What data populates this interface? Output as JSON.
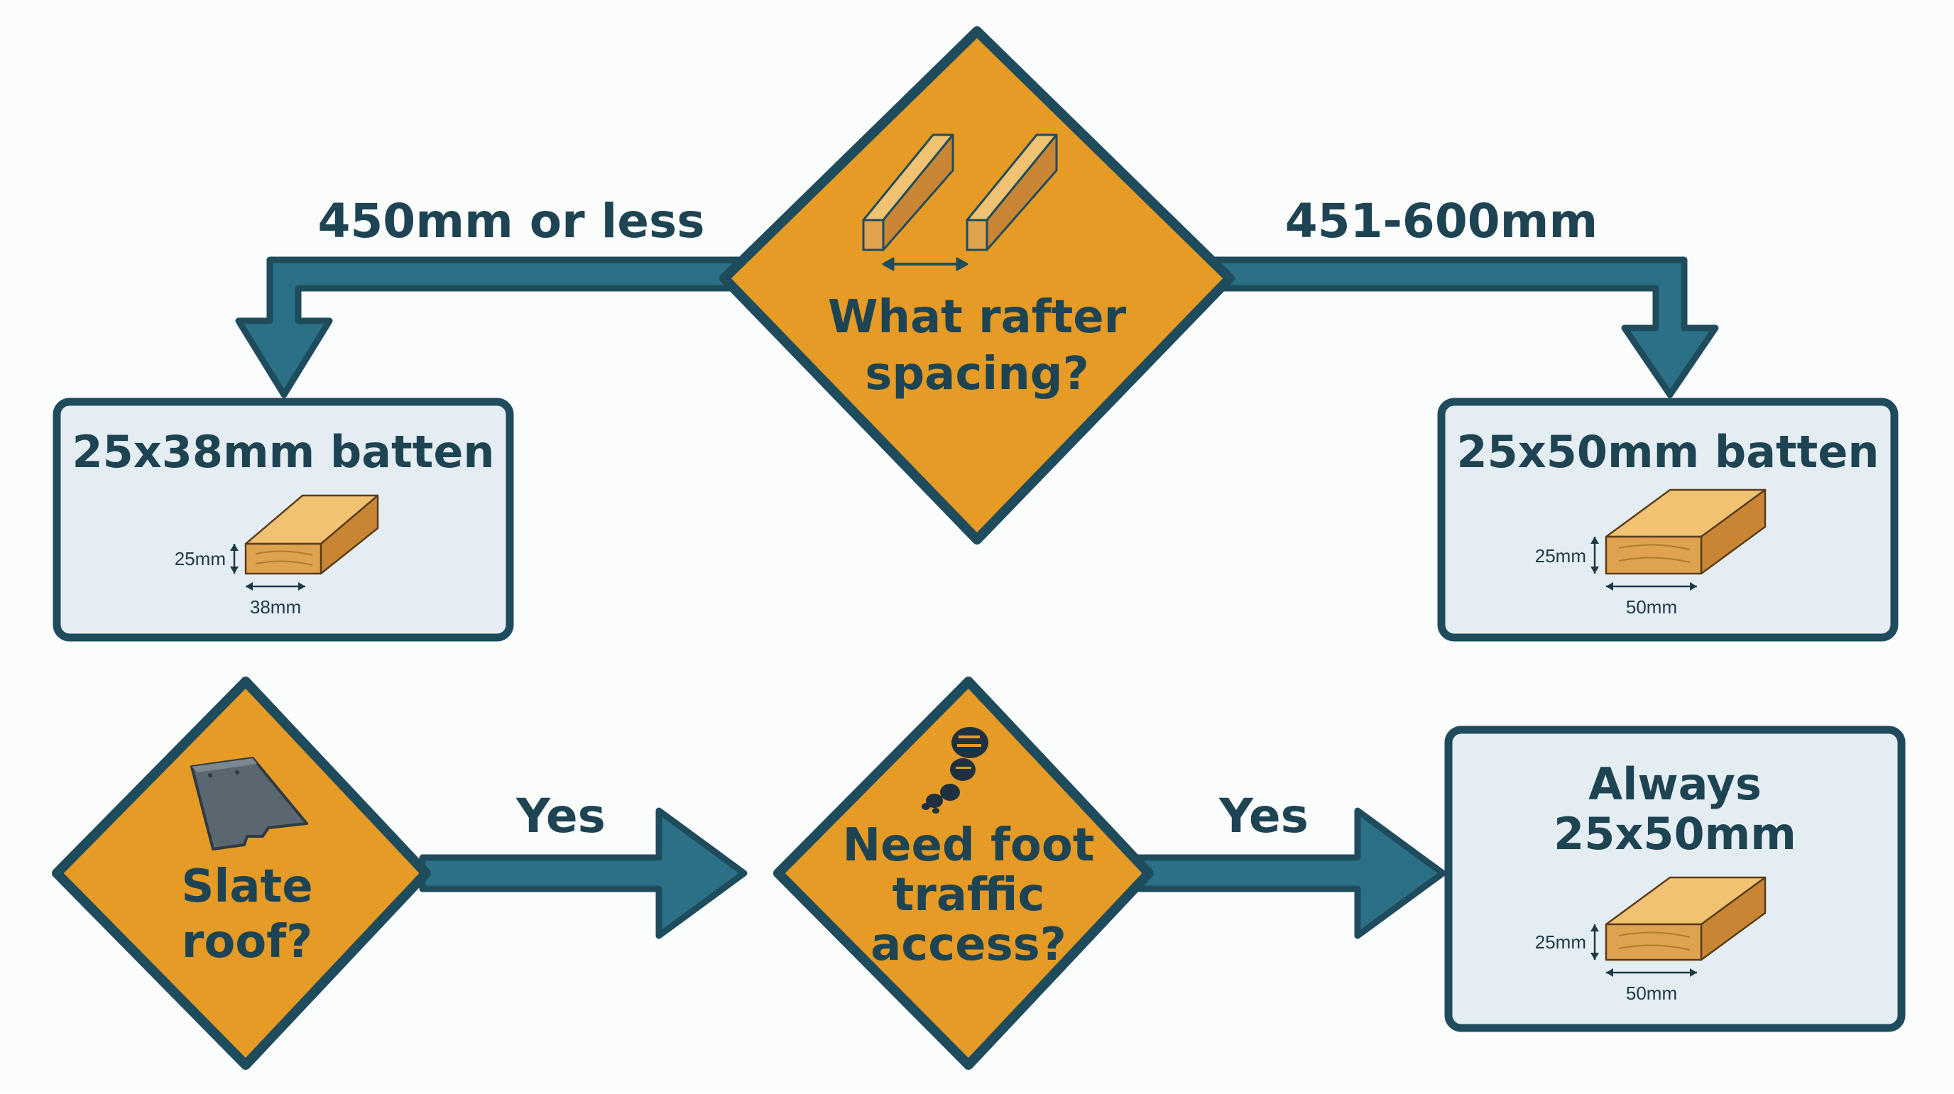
{
  "colors": {
    "navy": "#1f4c5c",
    "arrow_teal": "#2b7087",
    "diamond_fill": "#e59b25",
    "box_fill": "#e4edf2",
    "box_stroke": "#1f4c5c",
    "text_dark": "#1e4453",
    "wood_light": "#f0c271",
    "wood_mid": "#dfa24f",
    "wood_dark": "#c88634"
  },
  "top_decision": {
    "line1": "What rafter",
    "line2": "spacing?",
    "icon": "rafters-spacing-icon"
  },
  "left_branch_label": "450mm or less",
  "right_branch_label": "451-600mm",
  "left_result": {
    "title": "25x38mm batten",
    "height_label": "25mm",
    "width_label": "38mm",
    "icon": "timber-batten-icon"
  },
  "right_result": {
    "title": "25x50mm batten",
    "height_label": "25mm",
    "width_label": "50mm",
    "icon": "timber-batten-icon"
  },
  "slate_decision": {
    "line1": "Slate",
    "line2": "roof?",
    "icon": "slate-tile-icon"
  },
  "slate_yes_label": "Yes",
  "foot_decision": {
    "line1": "Need foot",
    "line2": "traffic",
    "line3": "access?",
    "icon": "boot-print-icon"
  },
  "foot_yes_label": "Yes",
  "final_result": {
    "line1": "Always",
    "line2": "25x50mm",
    "height_label": "25mm",
    "width_label": "50mm",
    "icon": "timber-batten-icon"
  }
}
